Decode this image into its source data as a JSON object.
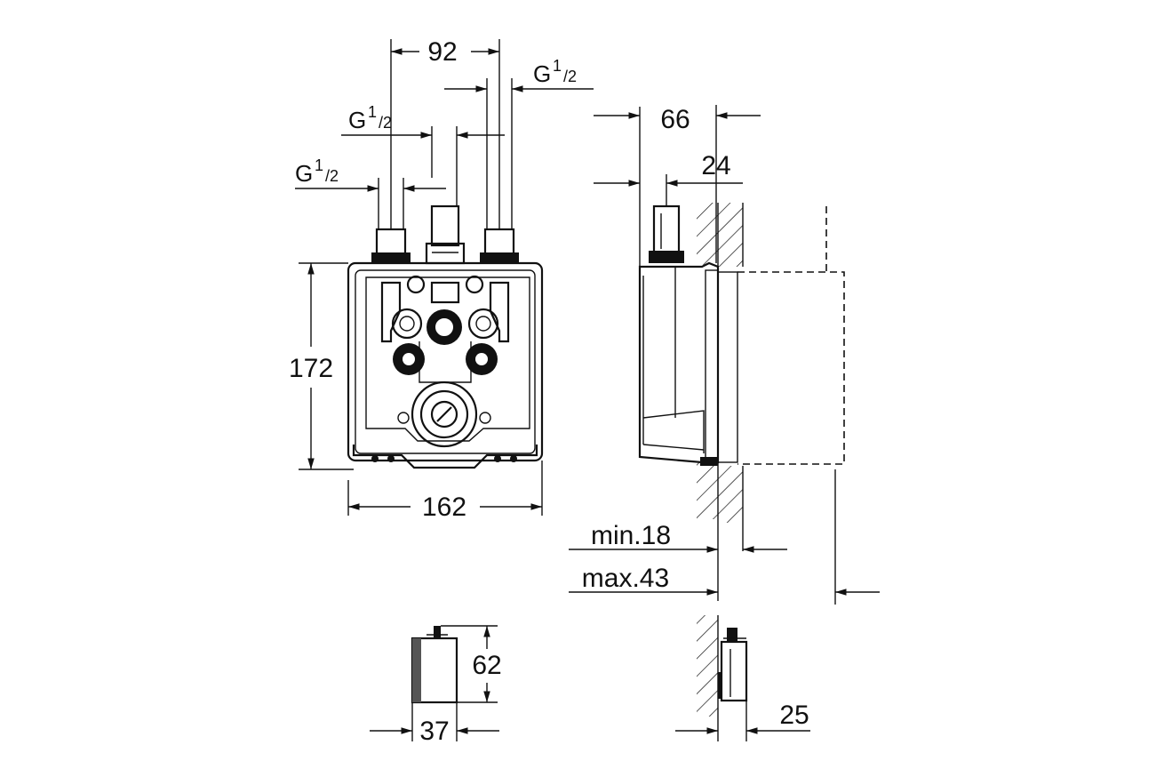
{
  "dimensions": {
    "d92": "92",
    "g_top_right": {
      "g": "G",
      "sup": "1",
      "sub": "/2"
    },
    "g_mid_left": {
      "g": "G",
      "sup": "1",
      "sub": "/2"
    },
    "g_low_left": {
      "g": "G",
      "sup": "1",
      "sub": "/2"
    },
    "d66": "66",
    "d24": "24",
    "d172": "172",
    "d162": "162",
    "min18": "min.18",
    "max43": "max.43",
    "d62": "62",
    "d37": "37",
    "d25": "25"
  }
}
